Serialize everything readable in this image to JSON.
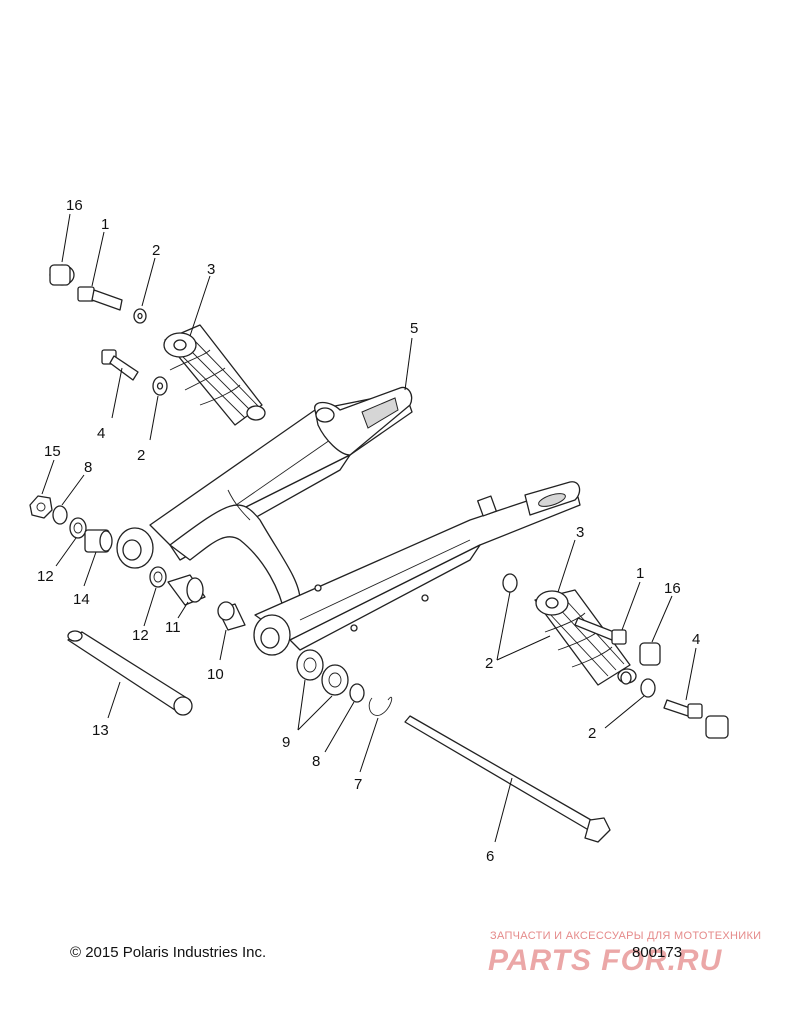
{
  "callouts": [
    {
      "id": "c16a",
      "label": "16"
    },
    {
      "id": "c1a",
      "label": "1"
    },
    {
      "id": "c2a",
      "label": "2"
    },
    {
      "id": "c3a",
      "label": "3"
    },
    {
      "id": "c4a",
      "label": "4"
    },
    {
      "id": "c2b",
      "label": "2"
    },
    {
      "id": "c5",
      "label": "5"
    },
    {
      "id": "c15",
      "label": "15"
    },
    {
      "id": "c8a",
      "label": "8"
    },
    {
      "id": "c12a",
      "label": "12"
    },
    {
      "id": "c14",
      "label": "14"
    },
    {
      "id": "c12b",
      "label": "12"
    },
    {
      "id": "c11",
      "label": "11"
    },
    {
      "id": "c10",
      "label": "10"
    },
    {
      "id": "c13",
      "label": "13"
    },
    {
      "id": "c3b",
      "label": "3"
    },
    {
      "id": "c1b",
      "label": "1"
    },
    {
      "id": "c16b",
      "label": "16"
    },
    {
      "id": "c2c",
      "label": "2"
    },
    {
      "id": "c4b",
      "label": "4"
    },
    {
      "id": "c2d",
      "label": "2"
    },
    {
      "id": "c9",
      "label": "9"
    },
    {
      "id": "c8b",
      "label": "8"
    },
    {
      "id": "c7",
      "label": "7"
    },
    {
      "id": "c6",
      "label": "6"
    }
  ],
  "footer": {
    "copyright": "© 2015 Polaris Industries Inc.",
    "diagram_number": "800173",
    "watermark_caption": "ЗАПЧАСТИ И АКСЕССУАРЫ ДЛЯ МОТОТЕХНИКИ",
    "watermark_logo": "PARTS FOR.RU"
  },
  "colors": {
    "line": "#222222",
    "watermark": "#e58a8a"
  }
}
